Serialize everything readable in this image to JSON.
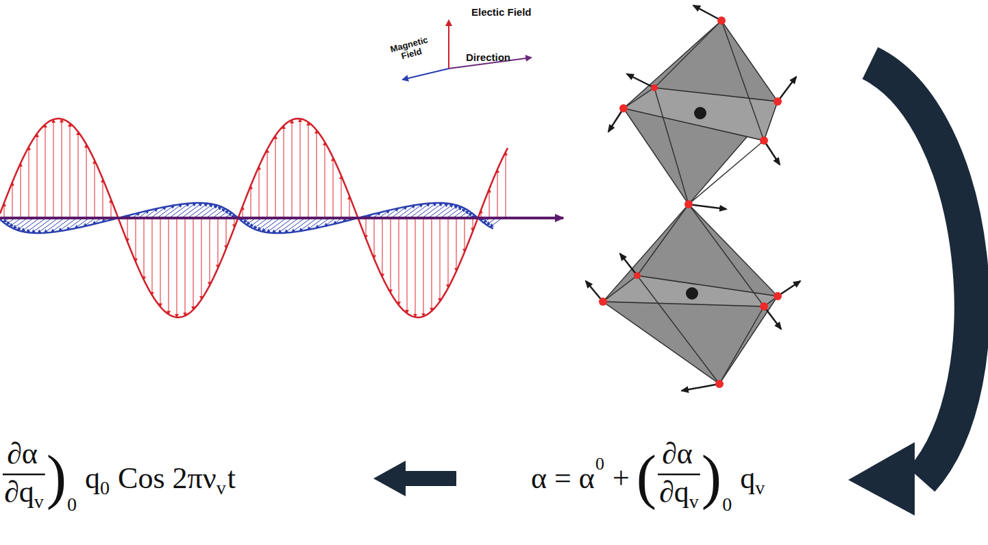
{
  "diagram": {
    "labels": [
      "Electic Field",
      "Magnetic Field",
      "Direction",
      "α = α",
      "0",
      "+",
      "(",
      "∂α",
      "∂q",
      "v",
      ")",
      "0",
      "q",
      "v",
      "∂α",
      "∂q",
      "v",
      ")",
      "0",
      "q",
      "0",
      "Cos 2πν",
      "v",
      "t"
    ]
  }
}
